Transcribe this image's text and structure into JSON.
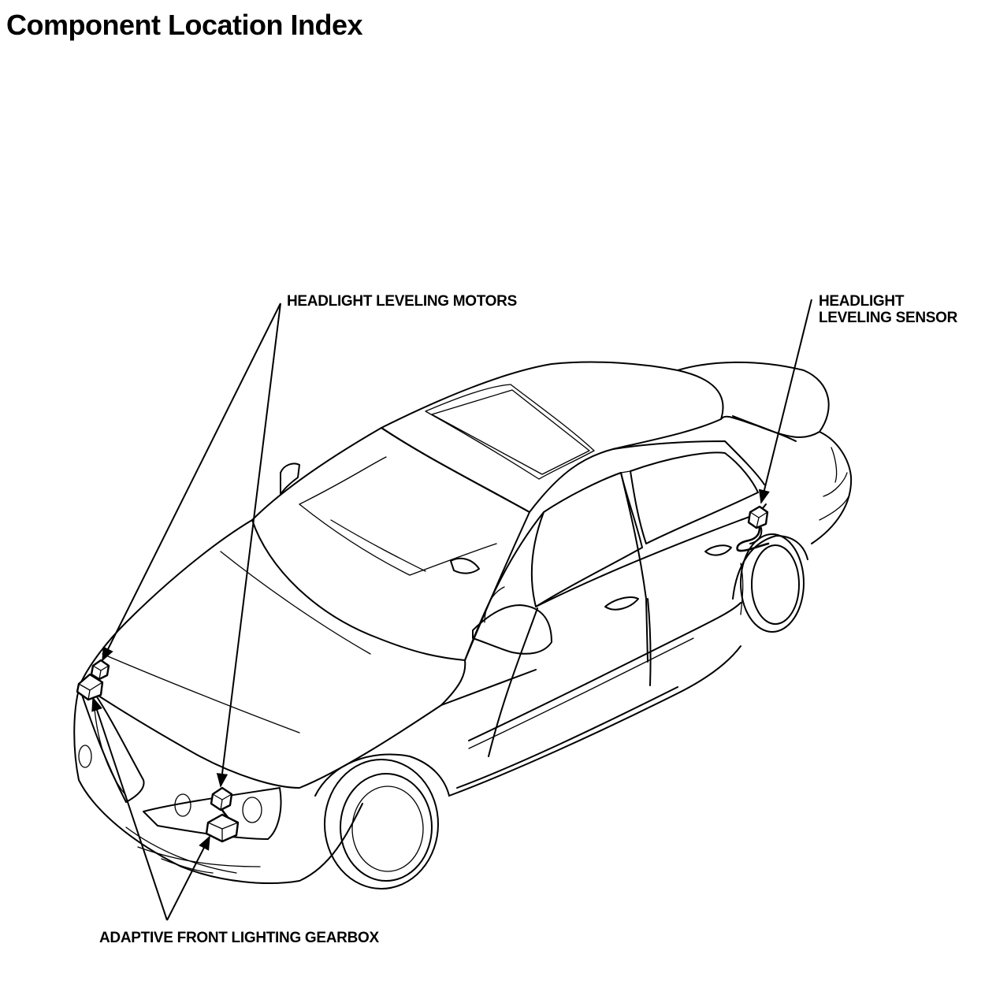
{
  "page": {
    "title": "Component Location Index"
  },
  "labels": {
    "leveling_motors": "HEADLIGHT LEVELING MOTORS",
    "leveling_sensor_line1": "HEADLIGHT",
    "leveling_sensor_line2": "LEVELING SENSOR",
    "afl_gearbox": "ADAPTIVE FRONT LIGHTING GEARBOX"
  },
  "colors": {
    "ink": "#000000",
    "paper": "#ffffff"
  }
}
